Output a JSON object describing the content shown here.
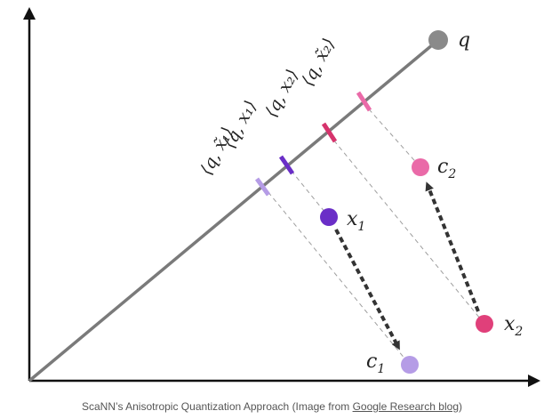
{
  "diagram": {
    "query_label": "q",
    "query_color": "#8a8a8a",
    "points": [
      {
        "label": "x",
        "sub": "1",
        "color": "#6a2ec7"
      },
      {
        "label": "x",
        "sub": "2",
        "color": "#e0407a"
      },
      {
        "label": "c",
        "sub": "1",
        "color": "#b59ce6"
      },
      {
        "label": "c",
        "sub": "2",
        "color": "#ea6aa8"
      }
    ],
    "projections": [
      {
        "label": "⟨q, x̃₁⟩",
        "color": "#b59ce6"
      },
      {
        "label": "⟨q, x₁⟩",
        "color": "#6a2ec7"
      },
      {
        "label": "⟨q, x₂⟩",
        "color": "#d6336c"
      },
      {
        "label": "⟨q, x̃₂⟩",
        "color": "#ea6aa8"
      }
    ]
  },
  "caption": {
    "prefix": "ScaNN’s Anisotropic Quantization Approach (Image from ",
    "link": "Google Research blog",
    "suffix": ")"
  }
}
